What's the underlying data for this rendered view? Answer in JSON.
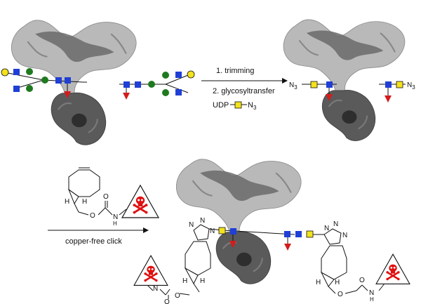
{
  "reaction_step1": {
    "step_a": "1. trimming",
    "step_b": "2. glycosyltransfer",
    "donor_prefix": "UDP",
    "donor_suffix": "N3"
  },
  "reaction_step2": {
    "condition": "copper-free click"
  },
  "azide_left": "N3",
  "chem": {
    "O": "O",
    "H": "H",
    "N": "N",
    "NH": "N",
    "Hsmall": "H"
  },
  "colors": {
    "antibody_light": "#b9b9b9",
    "antibody_dark": "#5a5a5a",
    "glcnac": "#1f3fd6",
    "galactose": "#f3e21c",
    "mannose": "#1f7a1f",
    "fucose": "#d41b1b",
    "toxin": "#e01010"
  },
  "icons": [
    "antibody-surface",
    "glcnac-square-icon",
    "galactose-square-icon",
    "mannose-circle-icon",
    "fucose-triangle-icon",
    "skull-crossbones-icon",
    "reaction-arrow-icon"
  ]
}
